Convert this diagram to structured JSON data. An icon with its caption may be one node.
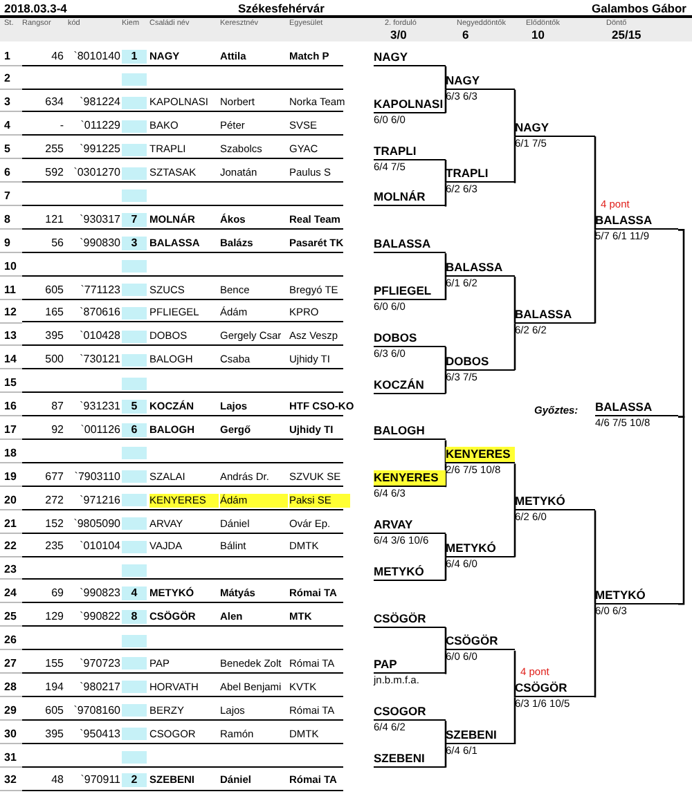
{
  "diagram": {
    "nodes": [
      {
        "text": [
          "NAGY"
        ]
      },
      {
        "text": [
          "KAPOLNASI",
          "6/0 6/0"
        ]
      },
      {
        "text": [
          "TRAPLI",
          "6/4 7/5"
        ]
      },
      {
        "text": [
          "MOLNÁR"
        ]
      },
      {
        "text": [
          "BALASSA"
        ]
      },
      {
        "text": [
          "PFLIEGEL",
          "6/0 6/0"
        ]
      },
      {
        "text": [
          "DOBOS",
          "6/3 6/0"
        ]
      },
      {
        "text": [
          "KOCZÁN"
        ]
      },
      {
        "text": [
          "BALOGH"
        ]
      },
      {
        "text": [
          "KENYERES",
          "6/4 6/3"
        ]
      },
      {
        "text": [
          "ARVAY",
          "6/4 3/6 10/6"
        ]
      },
      {
        "text": [
          "METYKÓ"
        ]
      },
      {
        "text": [
          "CSÖGÖR"
        ]
      },
      {
        "text": [
          "PAP",
          "jn.b.m.f.a."
        ]
      },
      {
        "text": [
          "CSOGOR",
          "6/4 6/2"
        ]
      },
      {
        "text": [
          "SZEBENI"
        ]
      },
      {
        "text": [
          "NAGY",
          "6/3 6/3"
        ]
      },
      {
        "text": [
          "TRAPLI",
          "6/2 6/3"
        ]
      },
      {
        "text": [
          "BALASSA",
          "6/1 6/2"
        ]
      },
      {
        "text": [
          "DOBOS",
          "6/3 7/5"
        ]
      },
      {
        "text": [
          "KENYERES",
          "2/6 7/5 10/8"
        ]
      },
      {
        "text": [
          "METYKÓ",
          "6/4 6/0"
        ]
      },
      {
        "text": [
          "CSÖGÖR",
          "6/0 6/0"
        ]
      },
      {
        "text": [
          "SZEBENI",
          "6/4 6/1"
        ]
      },
      {
        "text": [
          "NAGY",
          "6/1 7/5"
        ]
      },
      {
        "text": [
          "BALASSA",
          "6/2 6/2"
        ]
      },
      {
        "text": [
          "METYKÓ",
          "6/2 6/0"
        ]
      },
      {
        "text": [
          "CSÖGÖR",
          "6/3 1/6 10/5"
        ],
        "beside": [
          "4 pont"
        ]
      },
      {
        "text": [
          "BALASSA",
          "5/7 6/1 11/9"
        ],
        "beside": [
          "4 pont"
        ]
      },
      {
        "text": [
          "METYKÓ",
          "6/0 6/3"
        ]
      },
      {
        "text": [
          "BALASSA",
          "4/6 7/5 10/8"
        ],
        "beside": [
          "Győztes:"
        ]
      }
    ],
    "edges": [
      {
        "from": 0,
        "to": 16,
        "arrow": "none"
      },
      {
        "from": 1,
        "to": 16,
        "arrow": "none"
      },
      {
        "from": 2,
        "to": 17,
        "arrow": "none"
      },
      {
        "from": 3,
        "to": 17,
        "arrow": "none"
      },
      {
        "from": 4,
        "to": 18,
        "arrow": "none"
      },
      {
        "from": 5,
        "to": 18,
        "arrow": "none"
      },
      {
        "from": 6,
        "to": 19,
        "arrow": "none"
      },
      {
        "from": 7,
        "to": 19,
        "arrow": "none"
      },
      {
        "from": 8,
        "to": 20,
        "arrow": "none"
      },
      {
        "from": 9,
        "to": 20,
        "arrow": "none"
      },
      {
        "from": 10,
        "to": 21,
        "arrow": "none"
      },
      {
        "from": 11,
        "to": 21,
        "arrow": "none"
      },
      {
        "from": 12,
        "to": 22,
        "arrow": "none"
      },
      {
        "from": 13,
        "to": 22,
        "arrow": "none"
      },
      {
        "from": 14,
        "to": 23,
        "arrow": "none"
      },
      {
        "from": 15,
        "to": 23,
        "arrow": "none"
      },
      {
        "from": 16,
        "to": 24,
        "arrow": "none"
      },
      {
        "from": 17,
        "to": 24,
        "arrow": "none"
      },
      {
        "from": 18,
        "to": 25,
        "arrow": "none"
      },
      {
        "from": 19,
        "to": 25,
        "arrow": "none"
      },
      {
        "from": 20,
        "to": 26,
        "arrow": "none"
      },
      {
        "from": 21,
        "to": 26,
        "arrow": "none"
      },
      {
        "from": 22,
        "to": 27,
        "arrow": "none"
      },
      {
        "from": 23,
        "to": 27,
        "arrow": "none"
      },
      {
        "from": 24,
        "to": 28,
        "arrow": "none"
      },
      {
        "from": 25,
        "to": 28,
        "arrow": "none"
      },
      {
        "from": 26,
        "to": 29,
        "arrow": "none"
      },
      {
        "from": 27,
        "to": 29,
        "arrow": "none"
      },
      {
        "from": 28,
        "to": 30,
        "arrow": "none"
      },
      {
        "from": 29,
        "to": 30,
        "arrow": "none"
      }
    ],
    "labels": [
      "2018.03.3-4",
      "Székesfehérvár",
      "Galambos Gábor",
      "St.",
      "Rangsor",
      "kód",
      "Kiem",
      "Családi név",
      "Keresztnév",
      "Egyesület",
      "2. forduló",
      "Negyeddöntők",
      "Elődöntők",
      "Döntő",
      "3/0",
      "6",
      "10",
      "25/15",
      "1",
      "46",
      "`8010140",
      "1",
      "NAGY",
      "Attila",
      "Match P",
      "2",
      "3",
      "634",
      "`981224",
      "KAPOLNASI",
      "Norbert",
      "Norka Team",
      "4",
      "-",
      "`011229",
      "BAKO",
      "Péter",
      "SVSE",
      "5",
      "255",
      "`991225",
      "TRAPLI",
      "Szabolcs",
      "GYAC",
      "6",
      "592",
      "`0301270",
      "SZTASAK",
      "Jonatán",
      "Paulus S",
      "7",
      "8",
      "121",
      "`930317",
      "7",
      "MOLNÁR",
      "Ákos",
      "Real Team",
      "9",
      "56",
      "`990830",
      "3",
      "BALASSA",
      "Balázs",
      "Pasarét TK",
      "10",
      "11",
      "605",
      "`771123",
      "SZUCS",
      "Bence",
      "Bregyó TE",
      "12",
      "165",
      "`870616",
      "PFLIEGEL",
      "Ádám",
      "KPRO",
      "13",
      "395",
      "`010428",
      "DOBOS",
      "Gergely Csar",
      "Asz Veszp",
      "14",
      "500",
      "`730121",
      "BALOGH",
      "Csaba",
      "Ujhidy TI",
      "15",
      "16",
      "87",
      "`931231",
      "5",
      "KOCZÁN",
      "Lajos",
      "HTF CSO-KO",
      "17",
      "92",
      "`001126",
      "6",
      "BALOGH",
      "Gergő",
      "Ujhidy TI",
      "18",
      "19",
      "677",
      "`7903110",
      "SZALAI",
      "András Dr.",
      "SZVUK SE",
      "20",
      "272",
      "`971216",
      "KENYERES",
      "Ádám",
      "Paksi SE",
      "21",
      "152",
      "`9805090",
      "ARVAY",
      "Dániel",
      "Ovár Ep.",
      "22",
      "235",
      "`010104",
      "VAJDA",
      "Bálint",
      "DMTK",
      "23",
      "24",
      "69",
      "`990823",
      "4",
      "METYKÓ",
      "Mátyás",
      "Római TA",
      "25",
      "129",
      "`990822",
      "8",
      "CSÖGÖR",
      "Alen",
      "MTK",
      "26",
      "27",
      "155",
      "`970723",
      "PAP",
      "Benedek Zolt",
      "Római TA",
      "28",
      "194",
      "`980217",
      "HORVATH",
      "Abel Benjami",
      "KVTK",
      "29",
      "605",
      "`9708160",
      "BERZY",
      "Lajos",
      "Római TA",
      "30",
      "395",
      "`950413",
      "CSOGOR",
      "Ramón",
      "DMTK",
      "31",
      "32",
      "48",
      "`970911",
      "2",
      "SZEBENI",
      "Dániel",
      "Római TA"
    ]
  }
}
